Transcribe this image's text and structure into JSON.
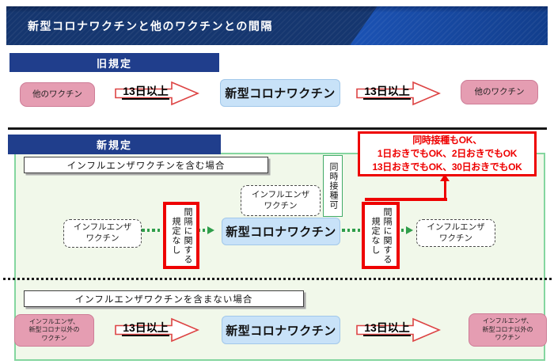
{
  "colors": {
    "header_navy": "#15366F",
    "header_blue": "#1C53B6",
    "banner_navy": "#203E8C",
    "pink_fill": "#E59DB2",
    "blue_fill": "#C8E2F8",
    "panel_green_border": "#84D69F",
    "panel_green_fill": "#F1F8EA",
    "arrow_green": "#2F9E4A",
    "alert_red": "#EE0000"
  },
  "header": {
    "title": "新型コロナワクチンと他のワクチンとの間隔"
  },
  "old_rule": {
    "banner": "旧規定",
    "left_box": "他のワクチン",
    "arrow_left": "13日以上",
    "center_box": "新型コロナワクチン",
    "arrow_right": "13日以上",
    "right_box": "他のワクチン"
  },
  "new_rule": {
    "banner": "新規定",
    "ok_note": {
      "line1": "同時接種もOK、",
      "line2": "1日おきでもOK、2日おきでもOK",
      "line3": "13日おきでもOK、30日おきでもOK"
    },
    "with_flu": {
      "section_label": "インフルエンザワクチンを含む場合",
      "simultaneous_note": "同時接種可",
      "left_box": {
        "line1": "インフルエンザ",
        "line2": "ワクチン"
      },
      "no_interval_left": "間隔に関する規定なし",
      "top_box": {
        "line1": "インフルエンザ",
        "line2": "ワクチン"
      },
      "center_box": "新型コロナワクチン",
      "no_interval_right": "間隔に関する規定なし",
      "right_box": {
        "line1": "インフルエンザ",
        "line2": "ワクチン"
      }
    },
    "without_flu": {
      "section_label": "インフルエンザワクチンを含まない場合",
      "left_box": {
        "line1": "インフルエンザ、",
        "line2": "新型コロナ以外の",
        "line3": "ワクチン"
      },
      "arrow_left": "13日以上",
      "center_box": "新型コロナワクチン",
      "arrow_right": "13日以上",
      "right_box": {
        "line1": "インフルエンザ、",
        "line2": "新型コロナ以外の",
        "line3": "ワクチン"
      }
    }
  }
}
